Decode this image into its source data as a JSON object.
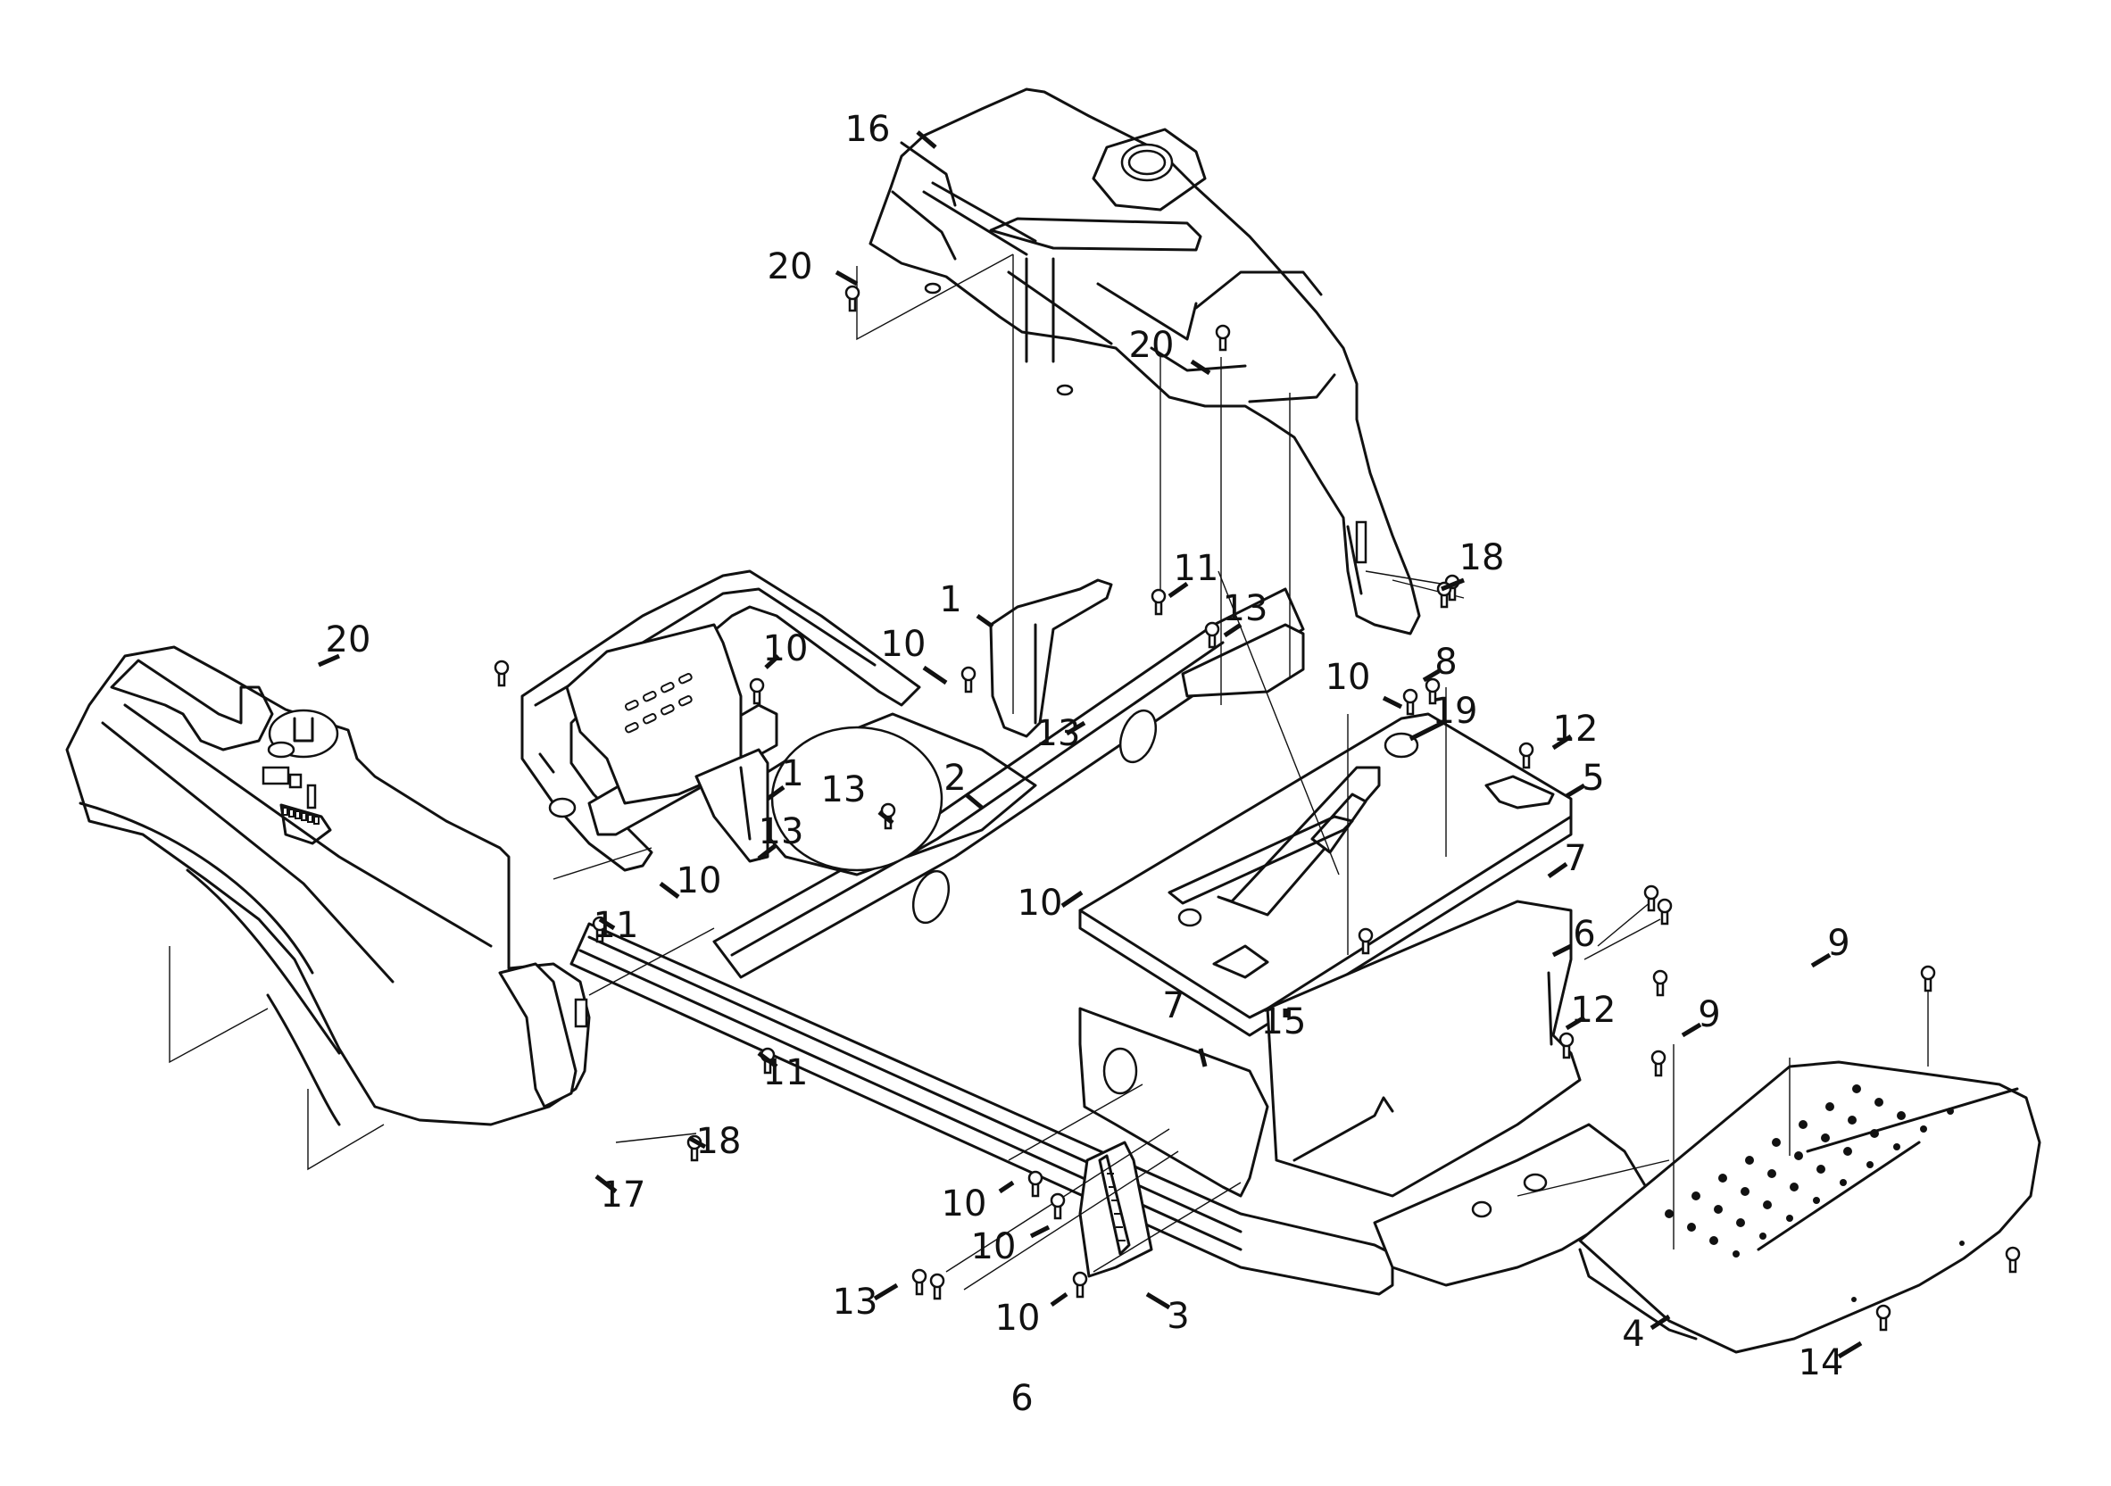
{
  "diagram": {
    "type": "exploded-parts-view",
    "subject": "Riding mower frame, fenders and footplates",
    "figure_number": "6",
    "parts": [
      {
        "id": "fender-rear",
        "callout": "16"
      },
      {
        "id": "fender-front-left",
        "callout": "17"
      },
      {
        "id": "frame-main",
        "callout": "2"
      },
      {
        "id": "bracket-fender-mount",
        "callout": "1"
      },
      {
        "id": "pedal-bracket",
        "callout": "3"
      },
      {
        "id": "footplate-right",
        "callout": "4"
      },
      {
        "id": "seat-plate",
        "callout": "5"
      },
      {
        "id": "side-plate",
        "callout": "6"
      },
      {
        "id": "clip",
        "callout": "7"
      },
      {
        "id": "pin",
        "callout": "8"
      },
      {
        "id": "screw-footplate",
        "callout": "9"
      },
      {
        "id": "bolt-flange",
        "callout": "10"
      },
      {
        "id": "bolt-carriage",
        "callout": "11"
      },
      {
        "id": "bolt-hex",
        "callout": "12"
      },
      {
        "id": "nut-flange",
        "callout": "13"
      },
      {
        "id": "screw-footplate-side",
        "callout": "14"
      },
      {
        "id": "spacer",
        "callout": "15"
      },
      {
        "id": "screw-fender-side",
        "callout": "18"
      },
      {
        "id": "grommet",
        "callout": "19"
      },
      {
        "id": "screw-fender-top",
        "callout": "20"
      }
    ],
    "callouts": [
      {
        "text": "16"
      },
      {
        "text": "20"
      },
      {
        "text": "20"
      },
      {
        "text": "18"
      },
      {
        "text": "11"
      },
      {
        "text": "1"
      },
      {
        "text": "13"
      },
      {
        "text": "10"
      },
      {
        "text": "10"
      },
      {
        "text": "13"
      },
      {
        "text": "8"
      },
      {
        "text": "10"
      },
      {
        "text": "19"
      },
      {
        "text": "12"
      },
      {
        "text": "5"
      },
      {
        "text": "20"
      },
      {
        "text": "1"
      },
      {
        "text": "13"
      },
      {
        "text": "2"
      },
      {
        "text": "13"
      },
      {
        "text": "7"
      },
      {
        "text": "10"
      },
      {
        "text": "10"
      },
      {
        "text": "6"
      },
      {
        "text": "11"
      },
      {
        "text": "9"
      },
      {
        "text": "12"
      },
      {
        "text": "7"
      },
      {
        "text": "15"
      },
      {
        "text": "9"
      },
      {
        "text": "11"
      },
      {
        "text": "18"
      },
      {
        "text": "17"
      },
      {
        "text": "10"
      },
      {
        "text": "10"
      },
      {
        "text": "13"
      },
      {
        "text": "10"
      },
      {
        "text": "3"
      },
      {
        "text": "4"
      },
      {
        "text": "14"
      },
      {
        "text": "6"
      }
    ]
  }
}
